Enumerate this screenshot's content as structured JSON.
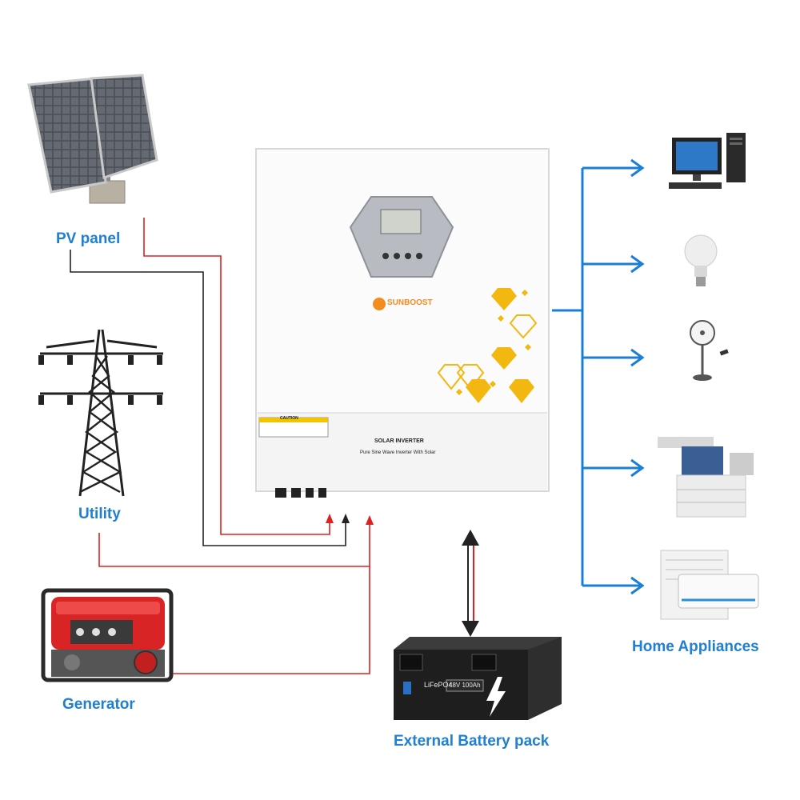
{
  "labels": {
    "pv_panel": "PV panel",
    "utility": "Utility",
    "generator": "Generator",
    "battery": "External Battery pack",
    "home_appliances": "Home Appliances"
  },
  "inverter": {
    "brand": "SUNBOOST",
    "title": "SOLAR INVERTER",
    "subtitle": "Pure Sine Wave Inverter With Solar",
    "caution": "CAUTION"
  },
  "battery_device": {
    "chemistry": "LiFePO4",
    "rating": "48V 100Ah"
  },
  "appliances": [
    "desktop-computer",
    "light-bulb",
    "stand-fan",
    "printer-copier",
    "air-conditioner"
  ],
  "colors": {
    "label_blue": "#1f7fd0",
    "wire_red": "#e02020",
    "wire_black": "#222222",
    "arrow_blue": "#1a7fd4",
    "diamond_gold": "#f2b80f"
  }
}
